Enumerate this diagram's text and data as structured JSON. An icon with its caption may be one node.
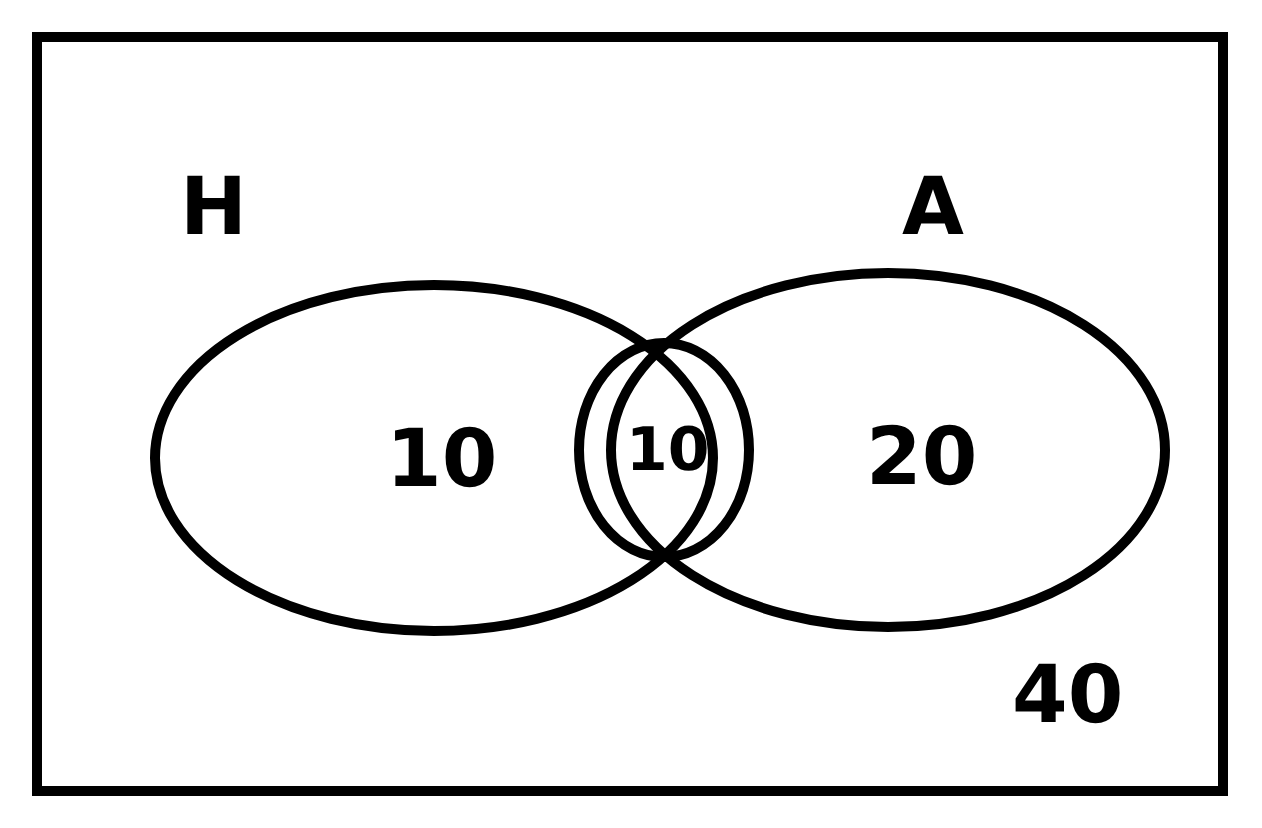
{
  "diagram": {
    "nodes": [
      {
        "text": [
          "40"
        ]
      },
      {
        "text": [
          "H",
          "10"
        ],
        "in": 0
      },
      {
        "text": [
          "A",
          "20"
        ],
        "in": 0
      },
      {
        "text": [
          "10"
        ],
        "in": 0
      }
    ]
  }
}
